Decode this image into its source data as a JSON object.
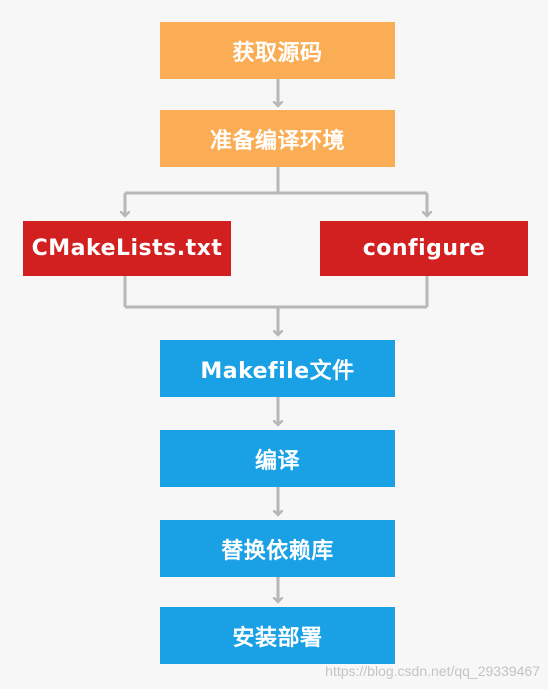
{
  "diagram": {
    "nodes": [
      {
        "id": "b1",
        "label": "获取源码",
        "color": "#fbad55"
      },
      {
        "id": "b2",
        "label": "准备编译环境",
        "color": "#fbad55"
      },
      {
        "id": "b3",
        "label": "CMakeLists.txt",
        "color": "#d21f1f"
      },
      {
        "id": "b4",
        "label": "configure",
        "color": "#d21f1f"
      },
      {
        "id": "b5",
        "label": "Makefile文件",
        "color": "#19a0e5"
      },
      {
        "id": "b6",
        "label": "编译",
        "color": "#19a0e5"
      },
      {
        "id": "b7",
        "label": "替换依赖库",
        "color": "#19a0e5"
      },
      {
        "id": "b8",
        "label": "安装部署",
        "color": "#19a0e5"
      }
    ],
    "edges": [
      {
        "from": "获取源码",
        "to": "准备编译环境"
      },
      {
        "from": "准备编译环境",
        "to": "CMakeLists.txt"
      },
      {
        "from": "准备编译环境",
        "to": "configure"
      },
      {
        "from": "CMakeLists.txt",
        "to": "Makefile文件"
      },
      {
        "from": "configure",
        "to": "Makefile文件"
      },
      {
        "from": "Makefile文件",
        "to": "编译"
      },
      {
        "from": "编译",
        "to": "替换依赖库"
      },
      {
        "from": "替换依赖库",
        "to": "安装部署"
      }
    ],
    "connector_color": "#b7b7b7"
  },
  "watermark": "https://blog.csdn.net/qq_29339467"
}
